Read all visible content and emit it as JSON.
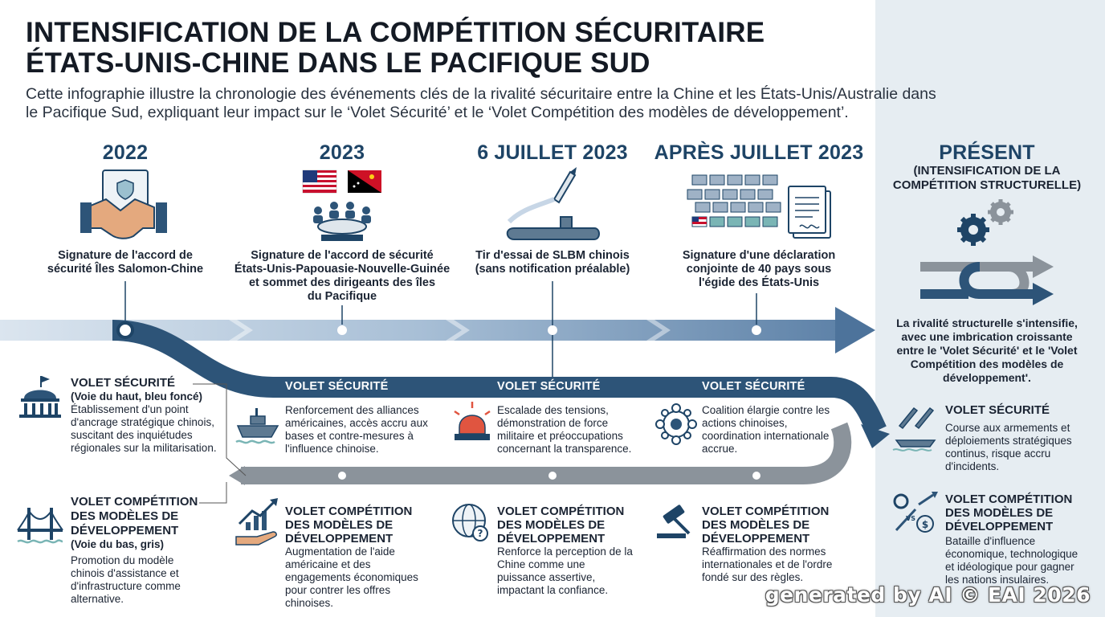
{
  "title_line1": "INTENSIFICATION DE LA COMPÉTITION SÉCURITAIRE",
  "title_line2": "ÉTATS-UNIS-CHINE DANS LE PACIFIQUE SUD",
  "subtitle_line1": "Cette infographie illustre la chronologie des événements clés de la rivalité sécuritaire entre la Chine et les États-Unis/Australie dans",
  "subtitle_line2": "le Pacifique Sud, expliquant leur impact sur le ‘Volet Sécurité’ et le ‘Volet Compétition des modèles de développement’.",
  "timeline": [
    {
      "year": "2022",
      "event": [
        "Signature de l'accord de",
        "sécurité Îles Salomon-Chine"
      ]
    },
    {
      "year": "2023",
      "event": [
        "Signature de l'accord de sécurité",
        "États-Unis-Papouasie-Nouvelle-Guinée",
        "et sommet des dirigeants des îles",
        "du Pacifique"
      ]
    },
    {
      "year": "6 JUILLET 2023",
      "event": [
        "Tir d'essai de SLBM chinois",
        "(sans notification préalable)"
      ]
    },
    {
      "year": "APRÈS JUILLET 2023",
      "event": [
        "Signature d'une déclaration",
        "conjointe de 40 pays sous",
        "l'égide des États-Unis"
      ]
    }
  ],
  "present": {
    "title": "PRÉSENT",
    "subtitle": [
      "(INTENSIFICATION DE LA",
      "COMPÉTITION STRUCTURELLE)"
    ],
    "summary": [
      "La rivalité structurelle s'intensifie,",
      "avec une imbrication croissante",
      "entre le 'Volet Sécurité' et le 'Volet",
      "Compétition des modèles de",
      "développement'."
    ],
    "security": {
      "title": "VOLET SÉCURITÉ",
      "text": [
        "Course aux armements et",
        "déploiements stratégiques",
        "continus, risque accru",
        "d'incidents."
      ]
    },
    "development": {
      "title": [
        "VOLET COMPÉTITION",
        "DES MODÈLES DE",
        "DÉVELOPPEMENT"
      ],
      "text": [
        "Bataille d'influence",
        "économique, technologique",
        "et idéologique pour gagner",
        "les nations insulaires."
      ]
    }
  },
  "legend": {
    "security": {
      "title": "VOLET SÉCURITÉ",
      "sub": "(Voie du haut, bleu foncé)",
      "text": [
        "Établissement d'un point",
        "d'ancrage stratégique chinois,",
        "suscitant des inquiétudes",
        "régionales sur la militarisation."
      ]
    },
    "development": {
      "title": [
        "VOLET COMPÉTITION",
        "DES MODÈLES DE",
        "DÉVELOPPEMENT"
      ],
      "sub": "(Voie du bas, gris)",
      "text": [
        "Promotion du modèle",
        "chinois d'assistance et",
        "d'infrastructure comme",
        "alternative."
      ]
    }
  },
  "security_band_label": "VOLET SÉCURITÉ",
  "security_cards": [
    {
      "text": [
        "Renforcement des alliances",
        "américaines, accès accru aux",
        "bases et contre-mesures à",
        "l'influence chinoise."
      ]
    },
    {
      "text": [
        "Escalade des tensions,",
        "démonstration de force",
        "militaire et préoccupations",
        "concernant la transparence."
      ]
    },
    {
      "text": [
        "Coalition élargie contre les",
        "actions chinoises,",
        "coordination internationale",
        "accrue."
      ]
    }
  ],
  "development_cards": [
    {
      "title": [
        "VOLET COMPÉTITION",
        "DES MODÈLES DE",
        "DÉVELOPPEMENT"
      ],
      "text": [
        "Augmentation de l'aide",
        "américaine et des",
        "engagements économiques",
        "pour contrer les offres",
        "chinoises."
      ]
    },
    {
      "title": [
        "VOLET COMPÉTITION",
        "DES MODÈLES DE",
        "DÉVELOPPEMENT"
      ],
      "text": [
        "Renforce la perception de la",
        "Chine comme une",
        "puissance assertive,",
        "impactant la confiance."
      ]
    },
    {
      "title": [
        "VOLET COMPÉTITION",
        "DES MODÈLES DE",
        "DÉVELOPPEMENT"
      ],
      "text": [
        "Réaffirmation des normes",
        "internationales et de l'ordre",
        "fondé sur des règles."
      ]
    }
  ],
  "watermark": "generated by AI © EAI 2026",
  "colors": {
    "navy": "#1e4466",
    "band": "#2d5478",
    "timeline_light": "#c7d6e6",
    "timeline_mid": "#7f9fbf",
    "gray_band": "#8b939b",
    "panel": "#e6edf2"
  }
}
